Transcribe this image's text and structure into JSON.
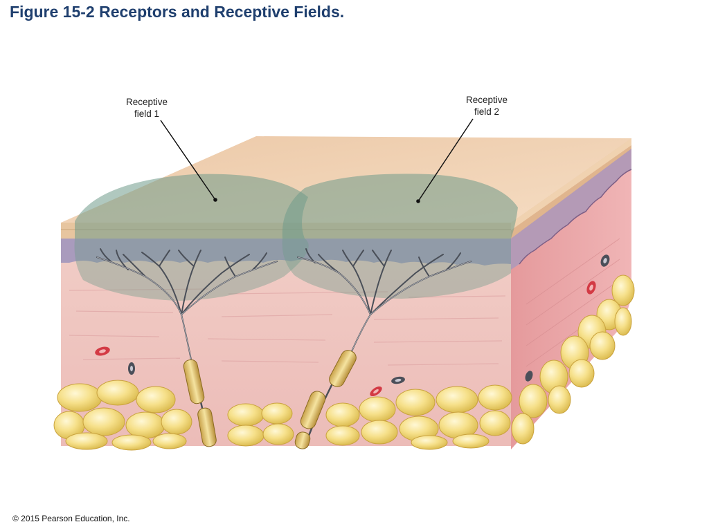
{
  "title": "Figure 15-2 Receptors and Receptive Fields.",
  "labels": {
    "field1": {
      "line1": "Receptive",
      "line2": "field 1"
    },
    "field2": {
      "line1": "Receptive",
      "line2": "field 2"
    }
  },
  "copyright": "© 2015 Pearson Education, Inc.",
  "colors": {
    "title": "#1f3f6e",
    "epidermis_top": "#f2d3b4",
    "dermis": "#f0c6c3",
    "receptive_field": "#6f9a8a",
    "nerve": "#4a4f58",
    "fat": "#f3dc7a"
  }
}
